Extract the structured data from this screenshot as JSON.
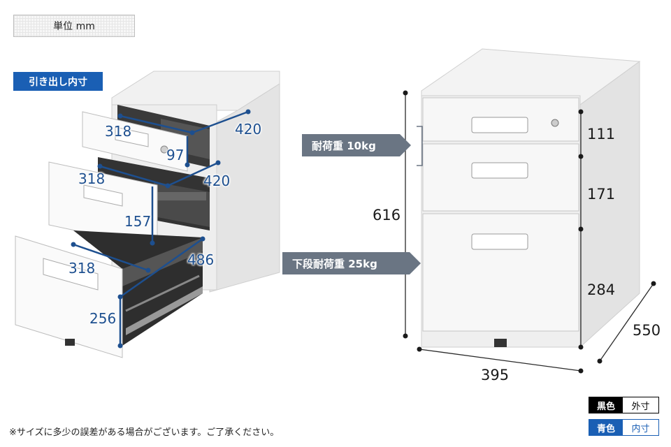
{
  "unit_label": "単位 mm",
  "inner_label": "引き出し内寸",
  "load_labels": {
    "top": "耐荷重 10kg",
    "bottom": "下段耐荷重 25kg"
  },
  "outer_dims": {
    "total_height": "616",
    "drawer1": "111",
    "drawer2": "171",
    "drawer3": "284",
    "width": "395",
    "depth": "550"
  },
  "inner_dims": {
    "d1_width": "318",
    "d1_depth": "420",
    "d1_height": "97",
    "d2_width": "318",
    "d2_depth": "420",
    "d2_height": "157",
    "d3_width": "318",
    "d3_depth": "486",
    "d3_height": "256"
  },
  "legend": [
    {
      "key": "黒色",
      "value": "外寸",
      "color": "#000000"
    },
    {
      "key": "青色",
      "value": "内寸",
      "color": "#1a5fb4"
    }
  ],
  "note": "※サイズに多少の誤差がある場合がございます。ご了承ください。"
}
